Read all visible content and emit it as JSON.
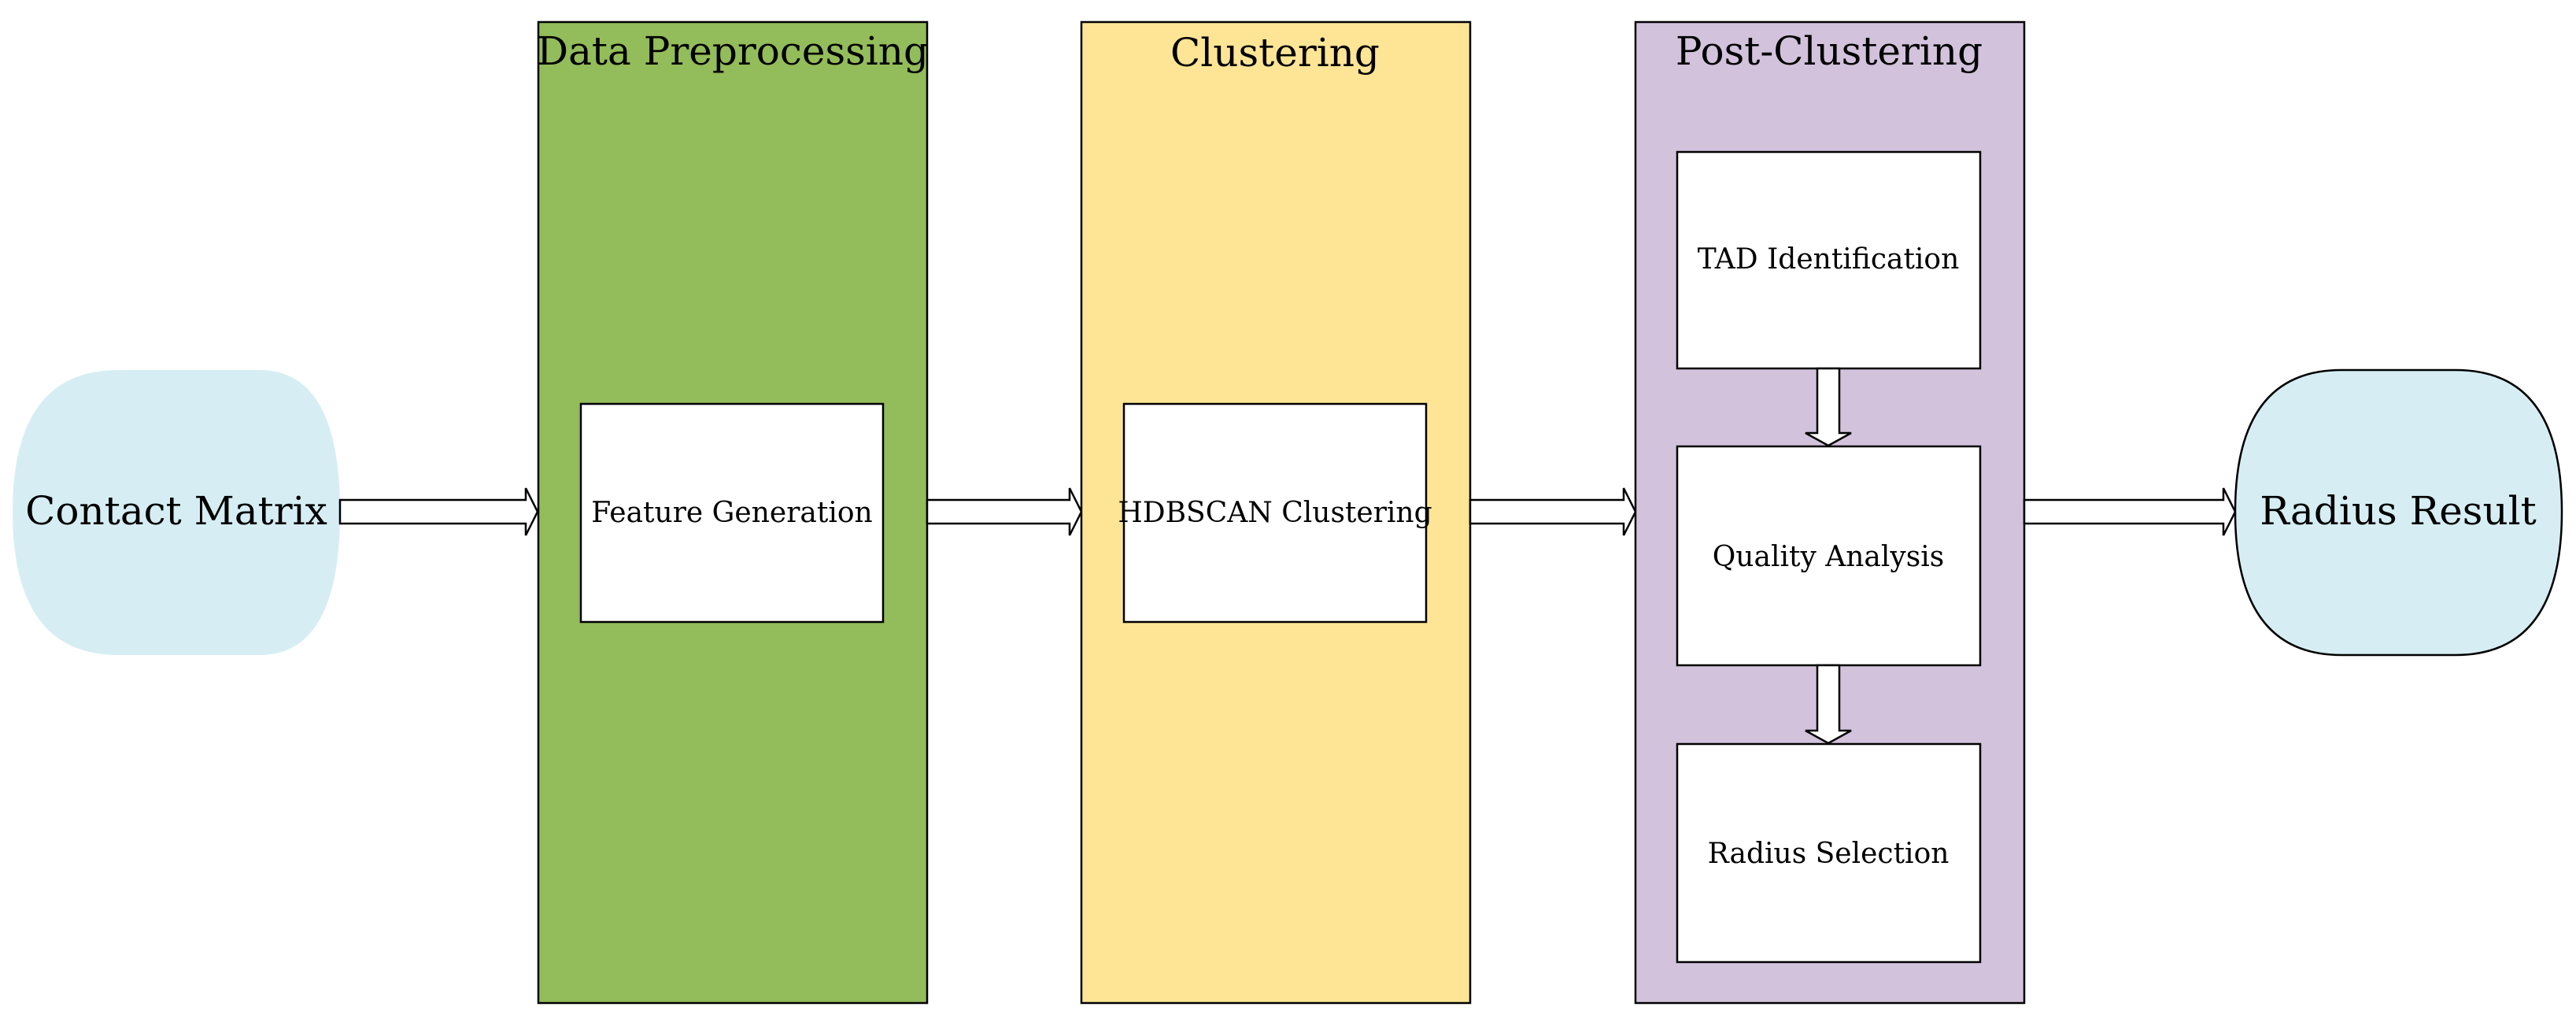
{
  "colors": {
    "terminal_fill": "#d6eef3",
    "preprocessing_fill": "#93bc5a",
    "clustering_fill": "#fde595",
    "post_clustering_fill": "#d2c2dc",
    "box_fill": "#ffffff",
    "stroke": "#000000"
  },
  "input_node": {
    "label": "Contact Matrix",
    "icon": "rounded-terminal-shape"
  },
  "stages": [
    {
      "title": "Data Preprocessing",
      "steps": [
        "Feature Generation"
      ]
    },
    {
      "title": "Clustering",
      "steps": [
        "HDBSCAN Clustering"
      ]
    },
    {
      "title": "Post-Clustering",
      "steps": [
        "TAD Identification",
        "Quality Analysis",
        "Radius Selection"
      ]
    }
  ],
  "output_node": {
    "label": "Radius Result",
    "icon": "rounded-terminal-shape"
  },
  "arrow_icon": "hollow-block-arrow-icon"
}
